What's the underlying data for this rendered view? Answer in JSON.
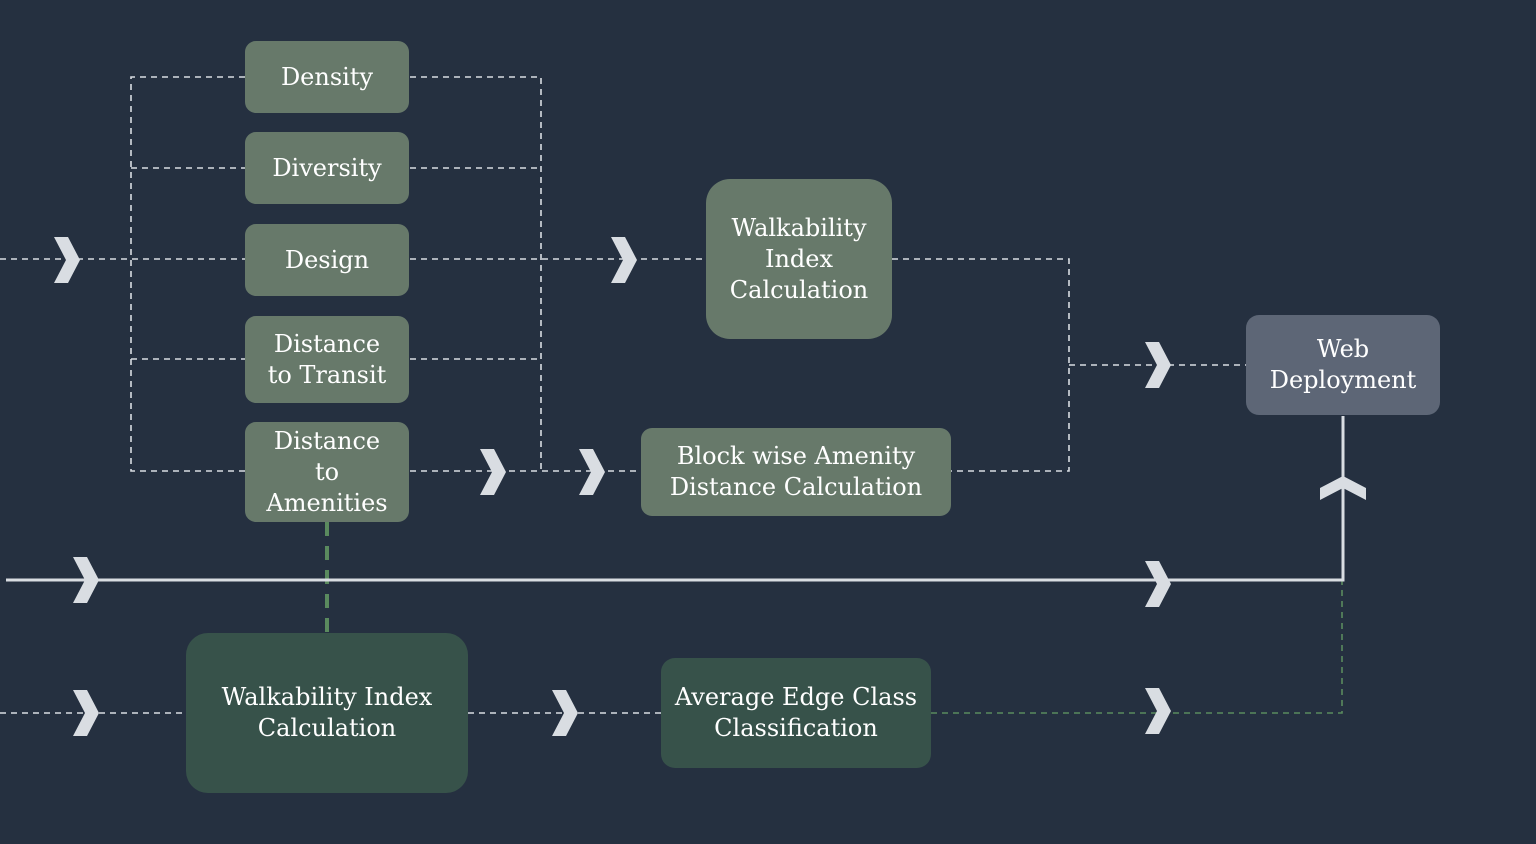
{
  "nodes": {
    "density": "Density",
    "diversity": "Diversity",
    "design": "Design",
    "distance_transit": "Distance\nto Transit",
    "distance_amenities": "Distance\nto\nAmenities",
    "walkability_top": "Walkability\nIndex\nCalculation",
    "block_amenity": "Block wise Amenity\nDistance Calculation",
    "web_deployment": "Web\nDeployment",
    "walkability_bottom": "Walkability Index\nCalculation",
    "edge_class": "Average Edge Class\nClassification"
  },
  "colors": {
    "background": "#253040",
    "sage_node": "#67796a",
    "dark_node": "#37524a",
    "slate_node": "#5d6676",
    "connector_white": "#d9dde2",
    "connector_green": "#5a8a5e",
    "arrow_chevron": "#d9dde2"
  },
  "icons": {
    "flow_arrow": "chevron-right-icon",
    "up_arrow": "chevron-up-icon"
  }
}
